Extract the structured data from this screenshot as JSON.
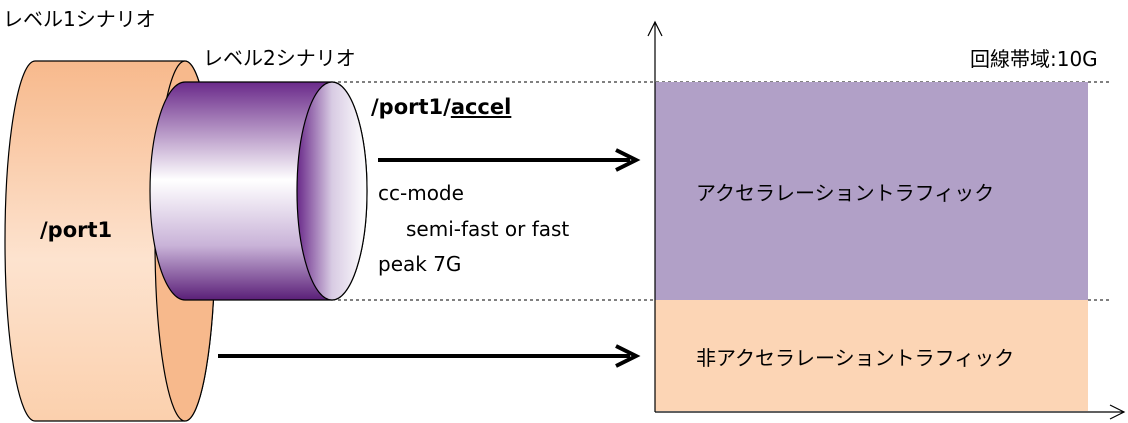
{
  "scenarios": {
    "level1_label": "レベル1シナリオ",
    "level2_label": "レベル2シナリオ"
  },
  "cylinders": {
    "port1": {
      "label": "/port1",
      "color": "#f8c49c"
    },
    "accel": {
      "path_prefix": "/port1/",
      "path_accel": "accel",
      "color": "#6a2a8a"
    }
  },
  "params": {
    "mode": "cc-mode",
    "speed": "semi-fast or fast",
    "peak": "peak 7G"
  },
  "bandwidth": {
    "label": "回線帯域:10G",
    "accel_traffic": {
      "label": "アクセラレーショントラフィック",
      "color": "#b1a0c7"
    },
    "non_accel_traffic": {
      "label": "非アクセラレーショントラフィック",
      "color": "#fcd5b5"
    }
  },
  "icons": [
    "up-arrow-icon",
    "right-arrow-icon"
  ]
}
